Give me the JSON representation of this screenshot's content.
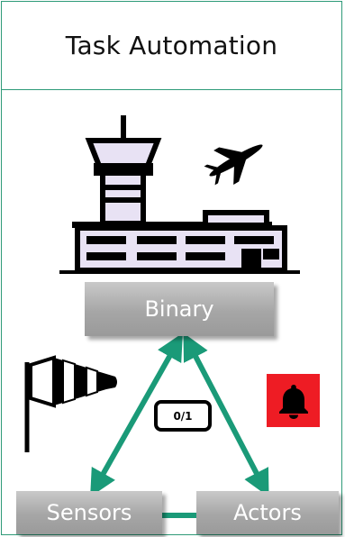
{
  "title": "Task Automation",
  "nodes": {
    "binary": "Binary",
    "sensors": "Sensors",
    "actors": "Actors"
  },
  "badge_label": "0/1",
  "colors": {
    "accent": "#1a9a78",
    "frame_border": "#2e9a78",
    "alarm_background": "#ee1c24",
    "node_fill": "#a8a8a8"
  },
  "icons": [
    "airport-terminal-icon",
    "airplane-icon",
    "windsock-icon",
    "bell-icon"
  ]
}
